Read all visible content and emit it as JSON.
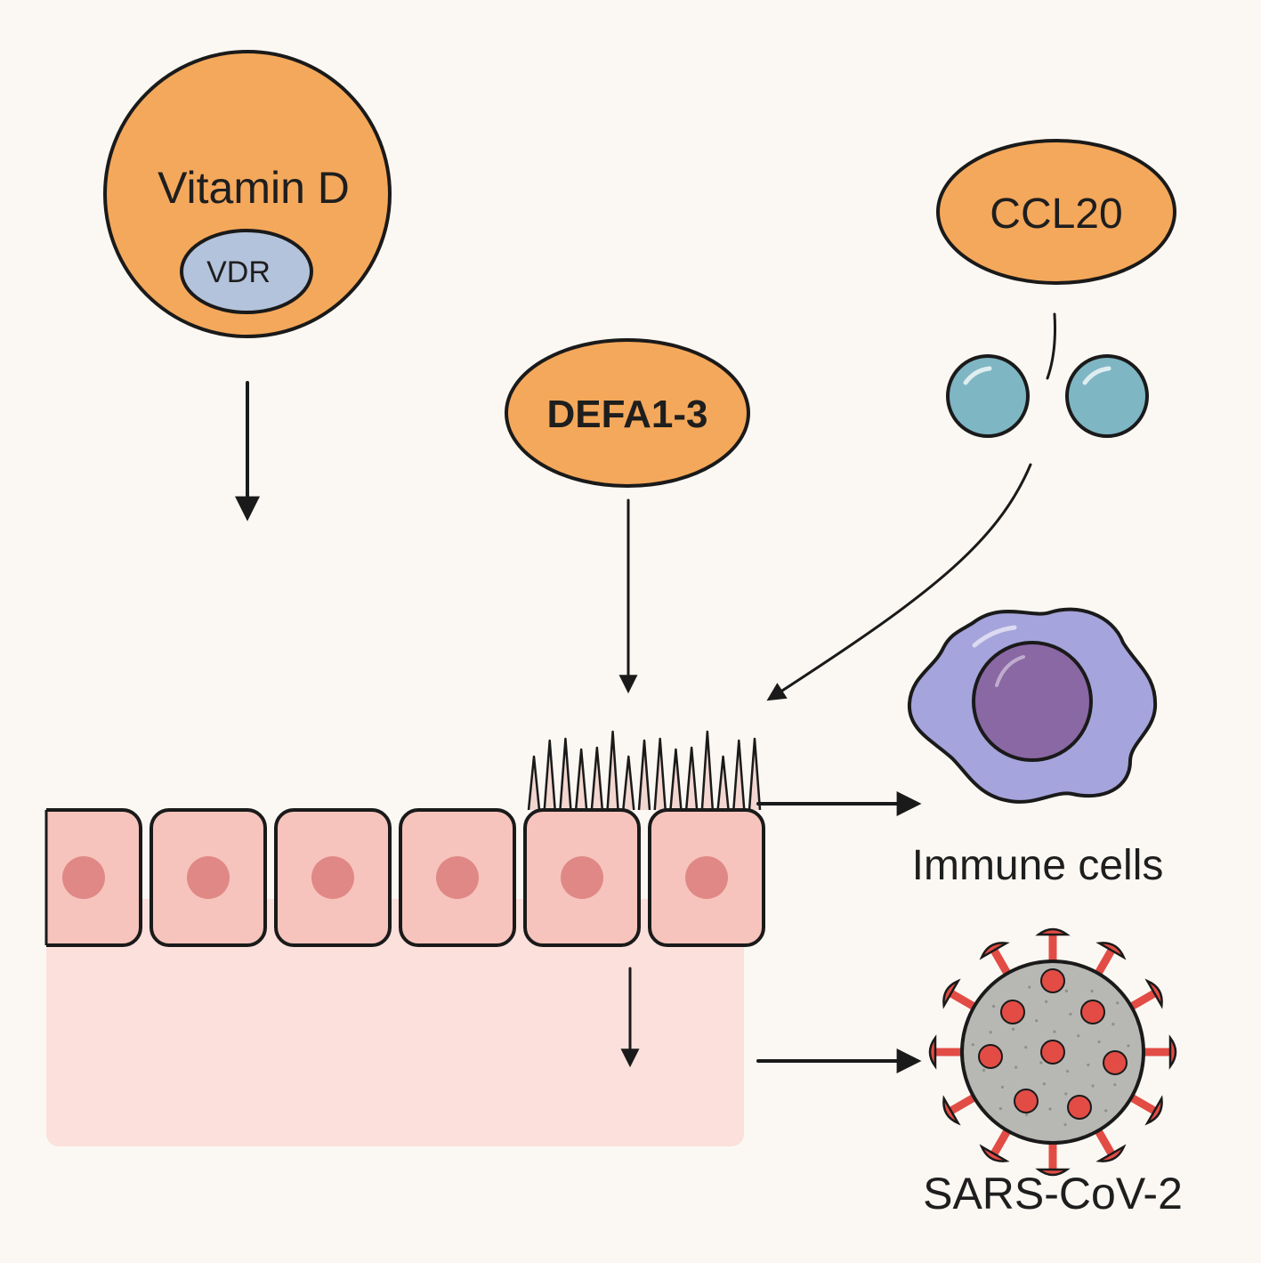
{
  "labels": {
    "vitamin_d": "Vitamin D",
    "vdr": "VDR",
    "defa": "DEFA1-3",
    "ccl20": "CCL20",
    "immune_cells": "Immune cells",
    "sars": "SARS-CoV-2"
  },
  "colors": {
    "background": "#fbf8f3",
    "orange": "#f4a85b",
    "vdr_blue": "#b4c3dc",
    "bead_blue": "#7fb6c4",
    "cell_pink": "#f6c4bc",
    "nucleus": "#e08886",
    "tissue": "#fbe0dc",
    "immune_body": "#a5a4dc",
    "immune_nucleus": "#8a68a4",
    "virus_body": "#b7b7b3",
    "virus_spike": "#e24c45"
  },
  "epithelium": {
    "cell_count": 6,
    "ciliated_cells": 2
  },
  "virus": {
    "spike_count": 12,
    "surface_dots": 8
  }
}
